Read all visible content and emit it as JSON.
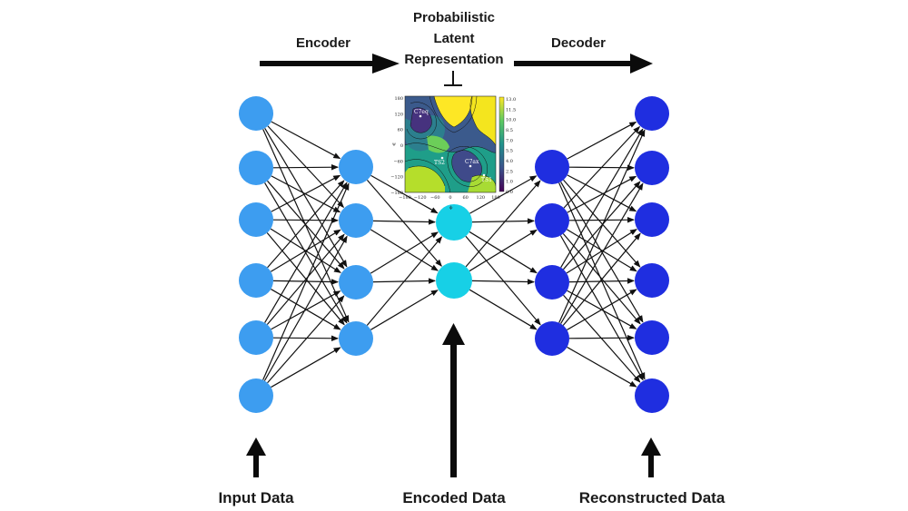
{
  "labels": {
    "encoder": "Encoder",
    "decoder": "Decoder",
    "latent_line1": "Probabilistic",
    "latent_line2": "Latent",
    "latent_line3": "Representation",
    "input": "Input Data",
    "encoded": "Encoded Data",
    "reconstructed": "Reconstructed Data"
  },
  "network": {
    "layers": [
      {
        "name": "input",
        "nodes": 6,
        "color": "#3d9df0"
      },
      {
        "name": "encoder-hidden",
        "nodes": 4,
        "color": "#3d9df0"
      },
      {
        "name": "latent",
        "nodes": 2,
        "color": "#17d0e6"
      },
      {
        "name": "decoder-hidden",
        "nodes": 4,
        "color": "#1f2ee0"
      },
      {
        "name": "output",
        "nodes": 6,
        "color": "#1f2ee0"
      }
    ]
  },
  "latent_plot": {
    "x_ticks": [
      "−180",
      "−120",
      "−60",
      "0",
      "60",
      "120",
      "180"
    ],
    "y_ticks": [
      "180",
      "120",
      "60",
      "0",
      "−60",
      "−120",
      "−180"
    ],
    "colorbar_ticks": [
      "13.0",
      "11.5",
      "10.0",
      "8.5",
      "7.0",
      "5.5",
      "4.0",
      "2.5",
      "1.0",
      "0.0"
    ],
    "annotations": [
      "C7eq",
      "TS2",
      "C7ax",
      "TS1"
    ],
    "x_axis_symbol": "ϕ",
    "y_axis_symbol": "ψ"
  }
}
